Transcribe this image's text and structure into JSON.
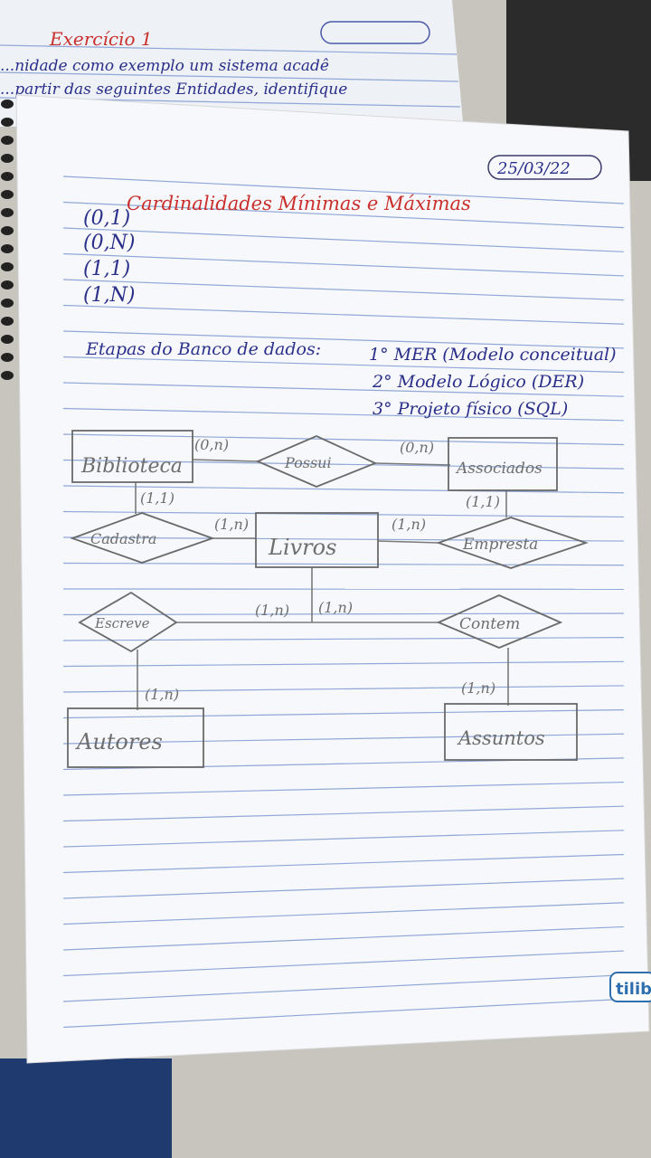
{
  "background_page": {
    "title": "Exercício 1",
    "line1": "...nidade como exemplo um sistema acadê",
    "line2": "...partir das seguintes Entidades, identifique"
  },
  "notebook": {
    "date": "25/03/22",
    "heading": "Cardinalidades Mínimas e Máximas",
    "cardinalities": [
      "(0,1)",
      "(0,N)",
      "(1,1)",
      "(1,N)"
    ],
    "steps_label": "Etapas do Banco de dados:",
    "steps": [
      "1° MER (Modelo conceitual)",
      "2° Modelo Lógico (DER)",
      "3° Projeto físico (SQL)"
    ],
    "brand": "tilib"
  },
  "diagram": {
    "entities": {
      "biblioteca": "Biblioteca",
      "associados": "Associados",
      "livros": "Livros",
      "autores": "Autores",
      "assuntos": "Assuntos"
    },
    "relationships": {
      "possui": "Possui",
      "cadastra": "Cadastra",
      "empresta": "Empresta",
      "escreve": "Escreve",
      "contem": "Contem"
    },
    "cardinalities": {
      "biblioteca_possui": "(0,n)",
      "possui_associados": "(0,n)",
      "biblioteca_cadastra": "(1,1)",
      "associados_empresta": "(1,1)",
      "cadastra_livros": "(1,n)",
      "livros_empresta": "(1,n)",
      "livros_escreve": "(1,n)",
      "livros_contem": "(1,n)",
      "escreve_autores": "(1,n)",
      "contem_assuntos": "(1,n)"
    }
  },
  "colors": {
    "red_ink": "#c9302c",
    "blue_ink": "#2a2f8a",
    "pencil": "#6e6e6e",
    "ruled_line": "#8fa8d6"
  }
}
